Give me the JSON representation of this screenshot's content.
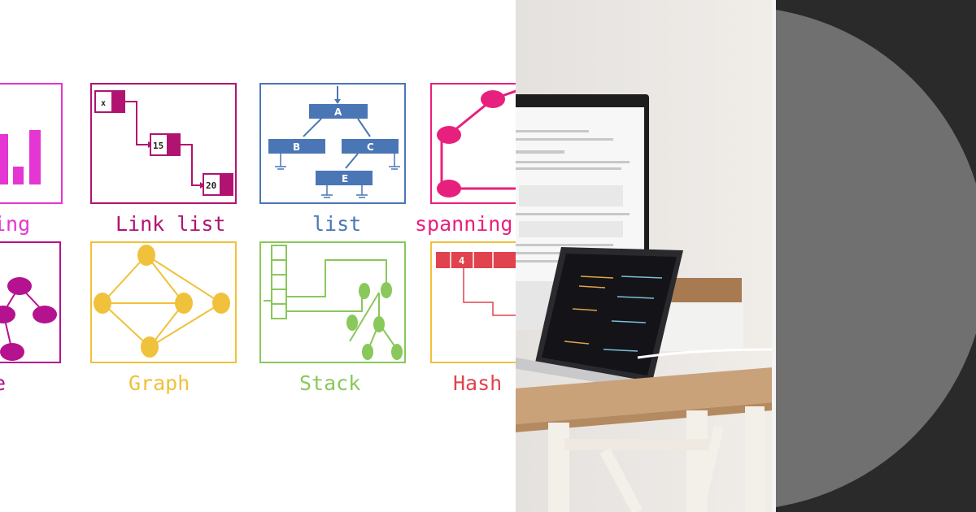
{
  "data_structures": {
    "tiles": [
      {
        "id": "sorting",
        "label": "ing",
        "color": "#e535d2"
      },
      {
        "id": "linked-list",
        "label": "Link list",
        "color": "#b01470",
        "nodes": [
          "x",
          "15",
          "20"
        ]
      },
      {
        "id": "tree-list",
        "label": "list",
        "color": "#4a76b6",
        "nodes": [
          "A",
          "B",
          "C",
          "E"
        ]
      },
      {
        "id": "spanning",
        "label": "spanning",
        "color": "#e8207d"
      },
      {
        "id": "tree",
        "label": "e",
        "color": "#b4128f"
      },
      {
        "id": "graph",
        "label": "Graph",
        "color": "#f0c13a"
      },
      {
        "id": "stack",
        "label": "Stack",
        "color": "#89c85a"
      },
      {
        "id": "hash",
        "label": "Hash",
        "color": "#e0434d",
        "cell_value": "4"
      }
    ]
  },
  "colors": {
    "dark_background": "#2a2a2a",
    "dark_circle": "#707070",
    "photo_wall": "#ece8e4",
    "desk_top": "#c9a27a"
  }
}
